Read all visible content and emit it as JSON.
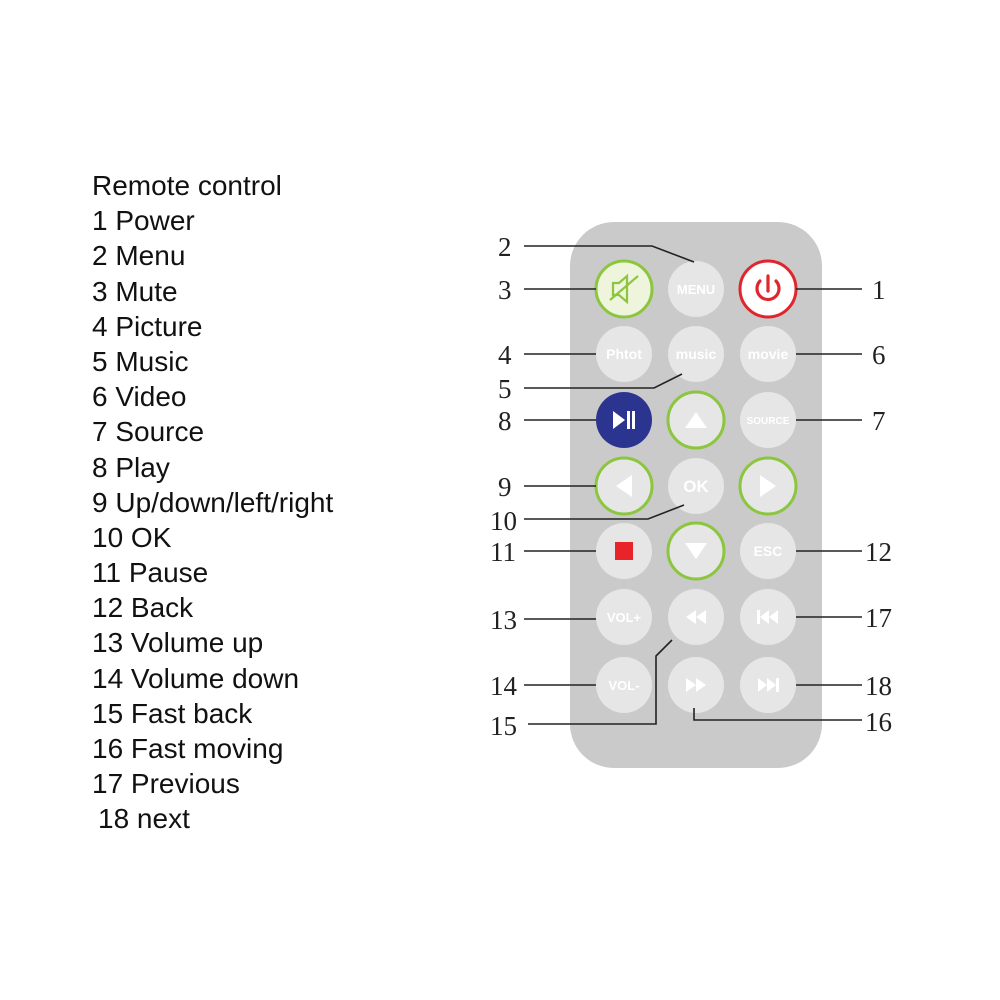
{
  "legend": {
    "title": "Remote control",
    "items": [
      "1 Power",
      "2 Menu",
      "3 Mute",
      "4 Picture",
      "5 Music",
      "6 Video",
      "7 Source",
      "8 Play",
      "9 Up/down/left/right",
      "10 OK",
      "11 Pause",
      "12 Back",
      "13 Volume up",
      "14 Volume down",
      "15 Fast back",
      "16 Fast moving",
      "17 Previous",
      "18 next"
    ]
  },
  "remote": {
    "body_color": "#cacaca",
    "button_color": "#e6e6e6",
    "buttons": {
      "menu": "MENU",
      "photo": "Phtot",
      "music": "music",
      "movie": "movie",
      "source": "SOURCE",
      "ok": "OK",
      "esc": "ESC",
      "vol_up": "VOL+",
      "vol_down": "VOL-"
    },
    "colors": {
      "mute_ring": "#8cc63f",
      "mute_fill": "#eef5dc",
      "power_ring": "#e0262d",
      "play_fill": "#2b3590",
      "stop_fill": "#e8232a",
      "nav_ring": "#8cc63f"
    },
    "icons": [
      "mute-icon",
      "power-icon",
      "play-pause-icon",
      "arrow-up-icon",
      "arrow-left-icon",
      "arrow-right-icon",
      "arrow-down-icon",
      "stop-icon",
      "rewind-icon",
      "fast-forward-icon",
      "previous-icon",
      "next-icon"
    ]
  },
  "callouts": {
    "c1": "1",
    "c2": "2",
    "c3": "3",
    "c4": "4",
    "c5": "5",
    "c6": "6",
    "c7": "7",
    "c8": "8",
    "c9": "9",
    "c10": "10",
    "c11": "11",
    "c12": "12",
    "c13": "13",
    "c14": "14",
    "c15": "15",
    "c16": "16",
    "c17": "17",
    "c18": "18"
  }
}
